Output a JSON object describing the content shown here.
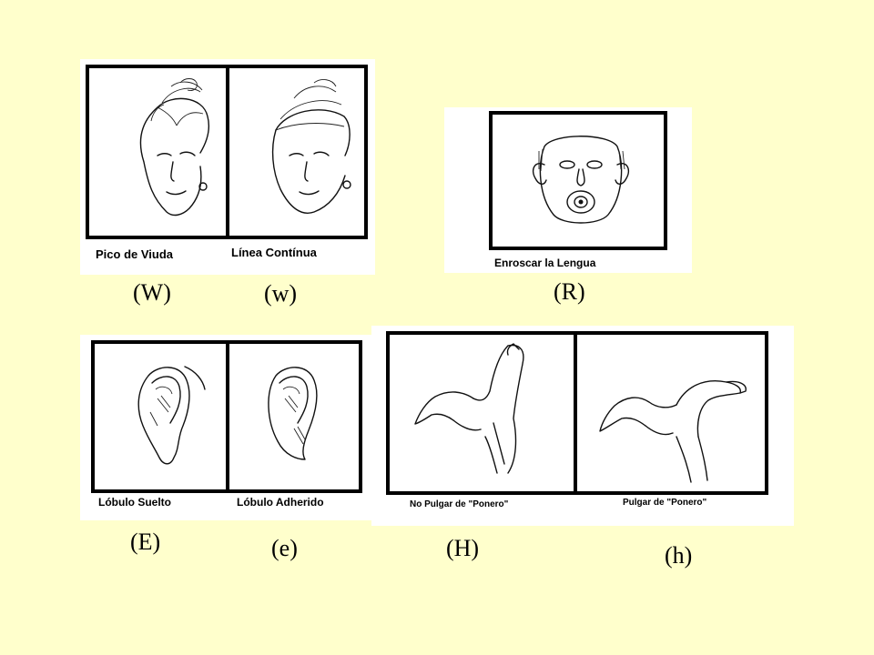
{
  "background_color": "#FFFFCC",
  "panels": {
    "hairline": {
      "left_caption": "Pico de Viuda",
      "right_caption": "Línea Contínua",
      "left_image": "widows-peak-face",
      "right_image": "straight-hairline-face"
    },
    "tongue": {
      "caption": "Enroscar la Lengua",
      "image": "tongue-rolling-face"
    },
    "earlobe": {
      "left_caption": "Lóbulo Suelto",
      "right_caption": "Lóbulo Adherido",
      "left_image": "free-earlobe",
      "right_image": "attached-earlobe"
    },
    "thumb": {
      "left_caption": "No Pulgar de \"Ponero\"",
      "right_caption": "Pulgar de \"Ponero\"",
      "left_image": "straight-thumb-hand",
      "right_image": "hitchhiker-thumb-hand"
    }
  },
  "labels": {
    "W": "(W)",
    "w": "(w)",
    "R": "(R)",
    "E": "(E)",
    "e": "(e)",
    "H": "(H)",
    "h": "(h)"
  }
}
